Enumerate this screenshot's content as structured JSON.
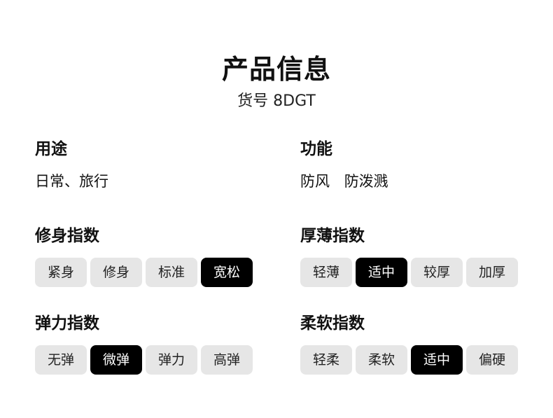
{
  "header": {
    "title": "产品信息",
    "subtitle": "货号 8DGT"
  },
  "usage": {
    "label": "用途",
    "value": "日常、旅行"
  },
  "function": {
    "label": "功能",
    "values": [
      "防风",
      "防泼溅"
    ]
  },
  "fit": {
    "label": "修身指数",
    "options": [
      "紧身",
      "修身",
      "标准",
      "宽松"
    ],
    "selected": "宽松"
  },
  "thickness": {
    "label": "厚薄指数",
    "options": [
      "轻薄",
      "适中",
      "较厚",
      "加厚"
    ],
    "selected": "适中"
  },
  "elasticity": {
    "label": "弹力指数",
    "options": [
      "无弹",
      "微弹",
      "弹力",
      "高弹"
    ],
    "selected": "微弹"
  },
  "softness": {
    "label": "柔软指数",
    "options": [
      "轻柔",
      "柔软",
      "适中",
      "偏硬"
    ],
    "selected": "适中"
  },
  "colors": {
    "chip_bg": "#e6e6e6",
    "chip_selected_bg": "#000000",
    "chip_selected_text": "#ffffff",
    "text": "#111111"
  }
}
